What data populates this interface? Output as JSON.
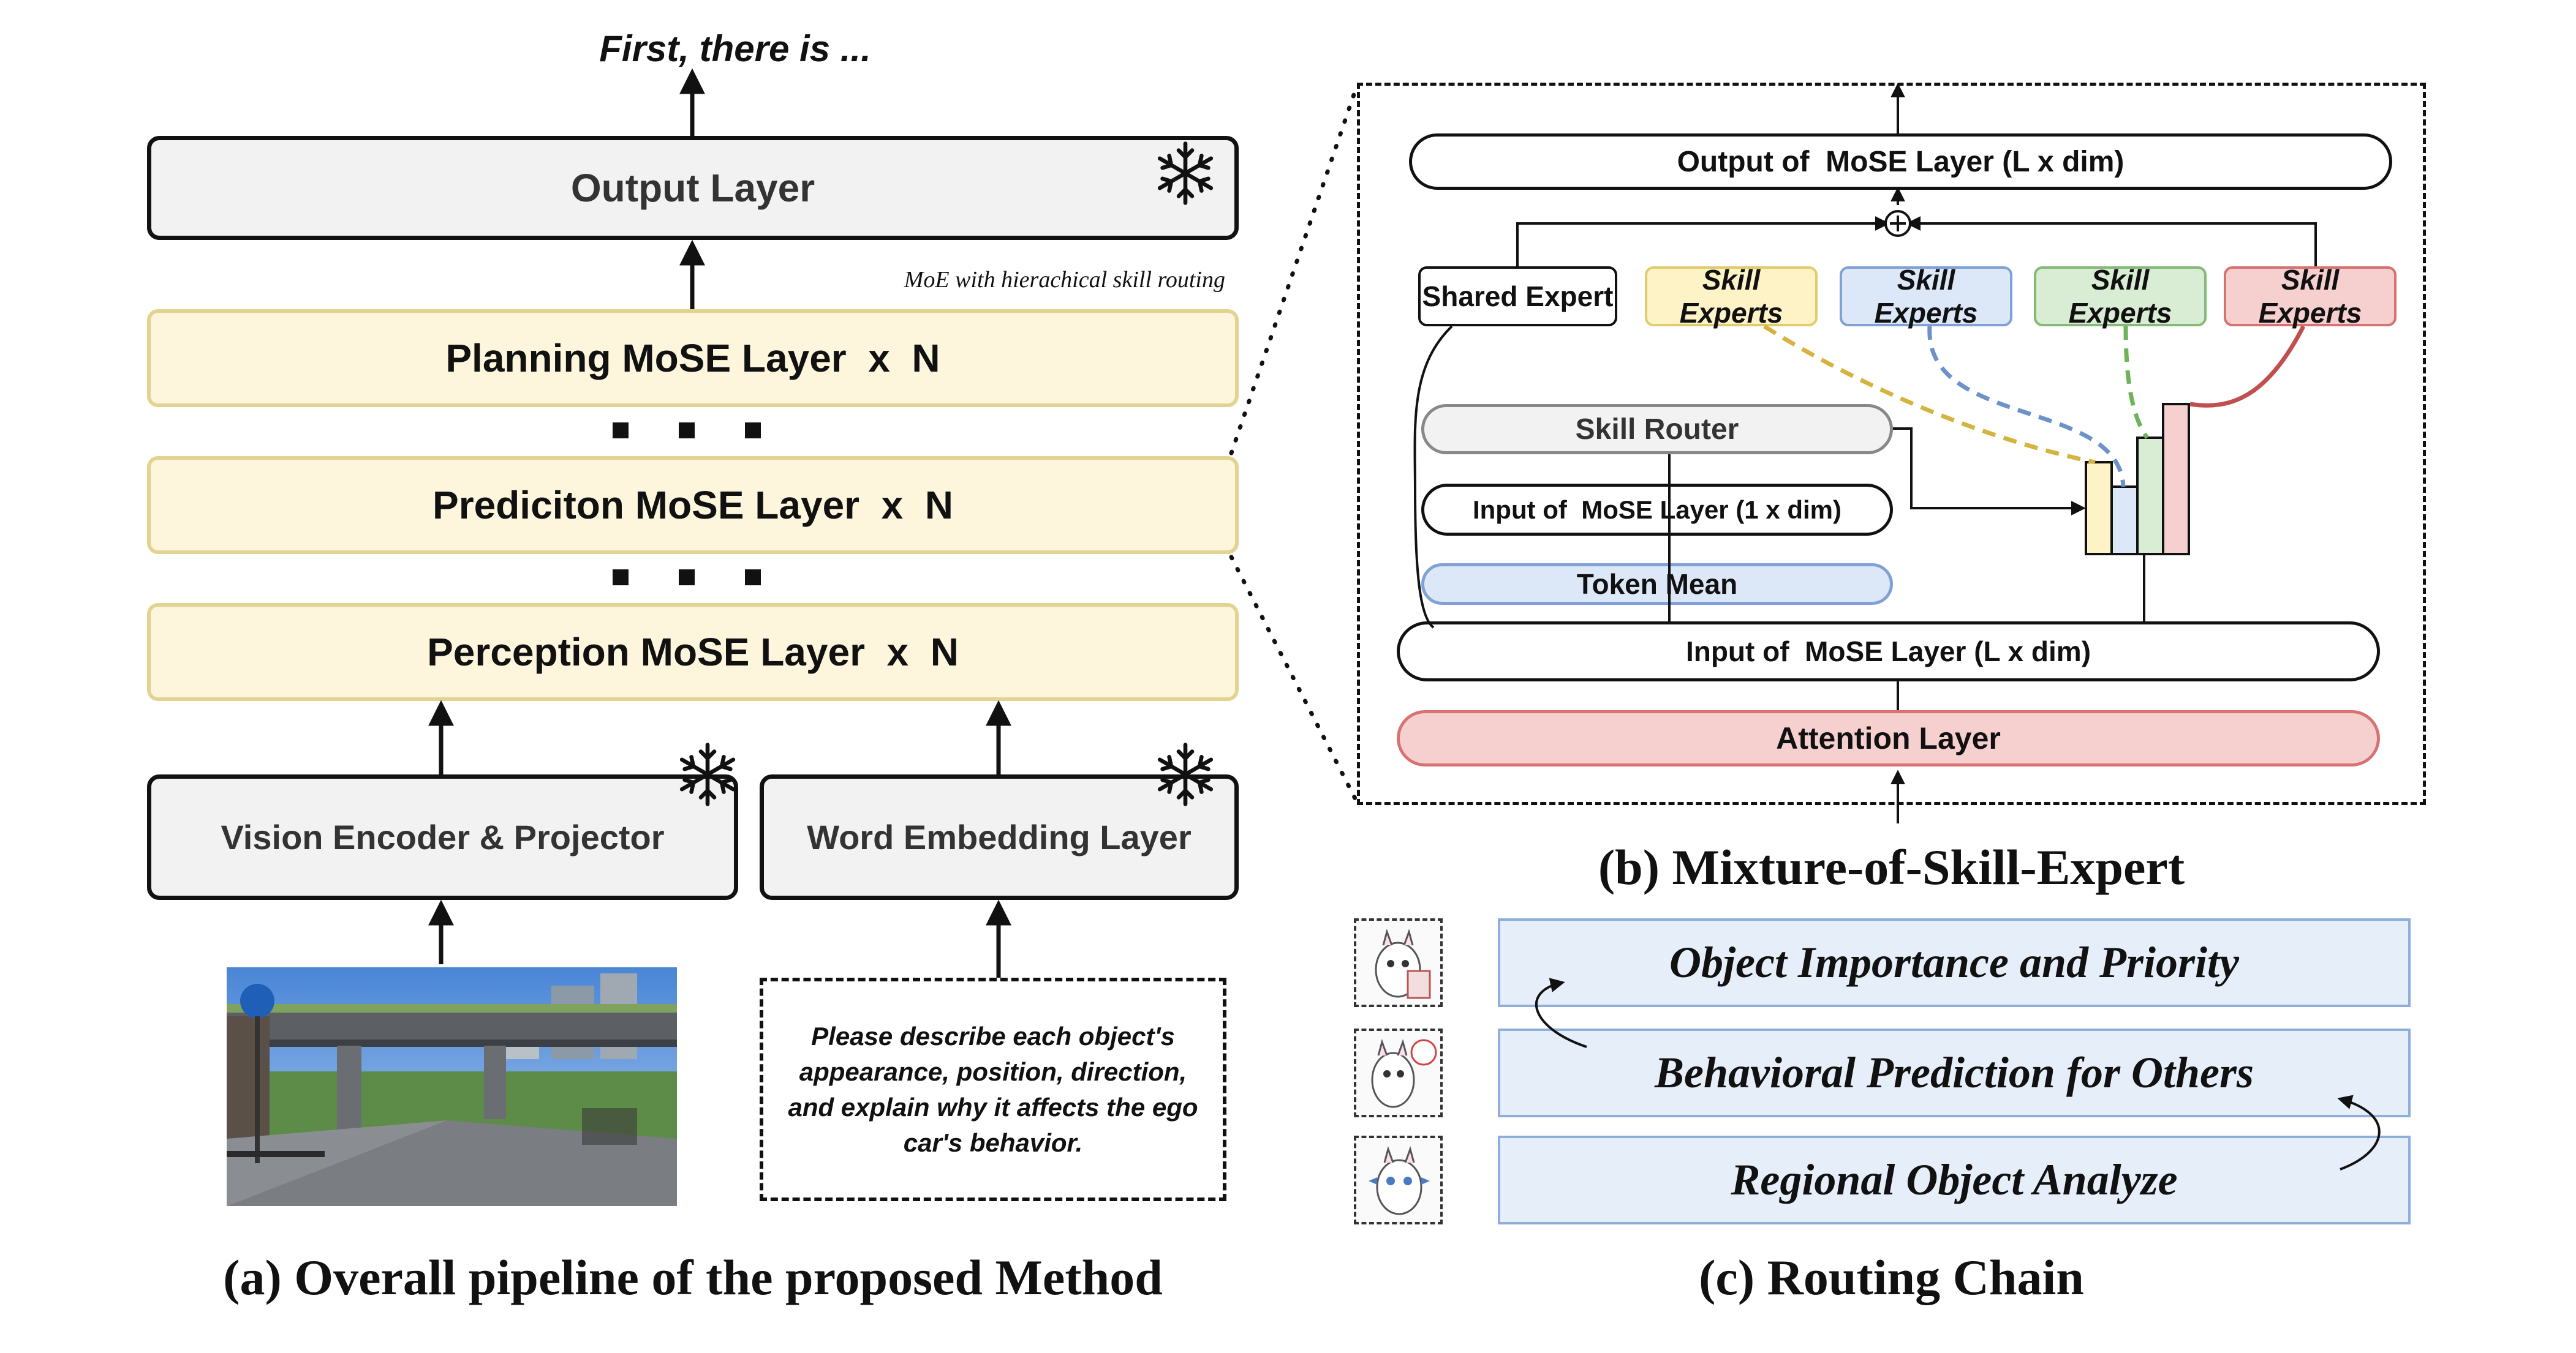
{
  "panel_a": {
    "top_text": "First, there is ...",
    "output_layer": "Output Layer",
    "moe_note": "MoE with hierachical skill routing",
    "planning_layer": "Planning MoSE Layer  x  N",
    "prediction_layer": "Prediciton MoSE Layer  x  N",
    "perception_layer": "Perception MoSE Layer  x  N",
    "vision_encoder": "Vision Encoder & Projector",
    "word_embedding": "Word Embedding Layer",
    "prompt": "Please describe each object's appearance, position, direction, and explain why it affects the ego car's behavior.",
    "caption": "(a) Overall pipeline of the proposed Method",
    "frozen_icon": "snowflake-icon"
  },
  "panel_b": {
    "output": "Output of  MoSE Layer (L x dim)",
    "shared_expert": "Shared Expert",
    "skill_experts": [
      "Skill Experts",
      "Skill Experts",
      "Skill Experts",
      "Skill Experts"
    ],
    "skill_router": "Skill Router",
    "input_1": "Input of  MoSE Layer (1 x dim)",
    "token_mean": "Token Mean",
    "input_L": "Input of  MoSE Layer (L x dim)",
    "attention": "Attention Layer",
    "caption": "(b) Mixture-of-Skill-Expert",
    "colors": {
      "yellow": "#fdf3c6",
      "blue": "#dce8f7",
      "green": "#d9ecd4",
      "red": "#f6cfcf"
    }
  },
  "panel_c": {
    "items": [
      "Object Importance and Priority",
      "Behavioral Prediction for Others",
      "Regional Object Analyze"
    ],
    "caption": "(c) Routing Chain"
  }
}
